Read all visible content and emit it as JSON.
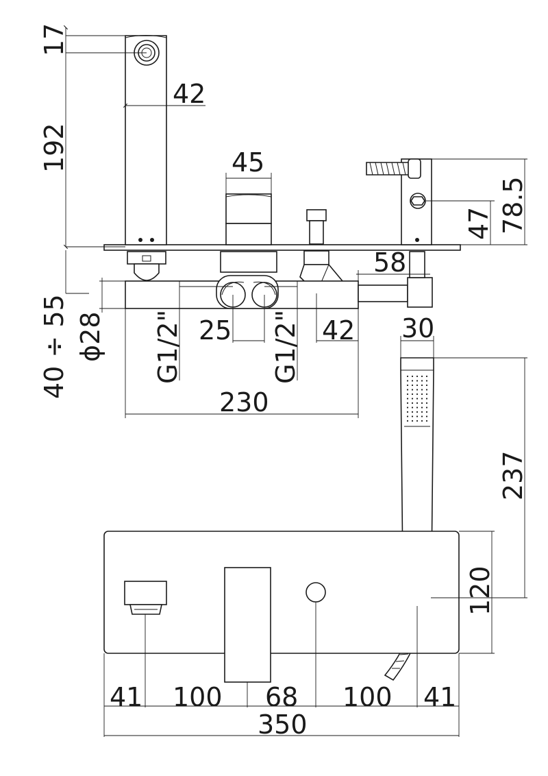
{
  "colors": {
    "line": "#1a1a1a",
    "background": "#ffffff"
  },
  "dimensions": {
    "d17": "17",
    "d42_spout": "42",
    "d192": "192",
    "d45": "45",
    "d78_5": "78.5",
    "d47": "47",
    "d58": "58",
    "d40_55": "40 ÷ 55",
    "d28": "ϕ28",
    "d_g1_left": "G1/2\"",
    "d25": "25",
    "d_g1_right": "G1/2\"",
    "d42_body": "42",
    "d30": "30",
    "d230": "230",
    "d237": "237",
    "d120": "120",
    "d41_left": "41",
    "d100_left": "100",
    "d68": "68",
    "d100_right": "100",
    "d41_right": "41",
    "d350": "350"
  }
}
